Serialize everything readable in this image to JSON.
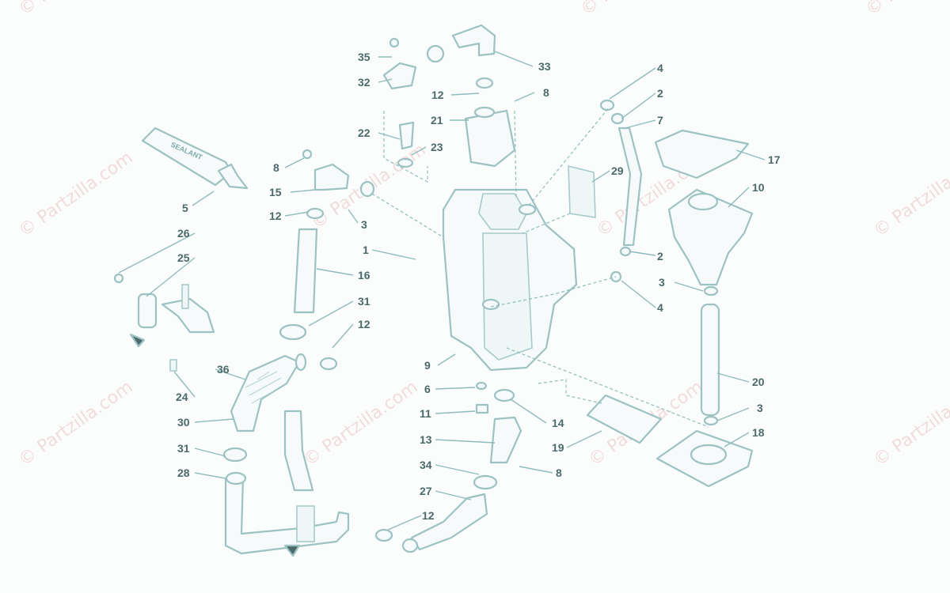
{
  "watermark": "© Partzilla.com",
  "tube_label": "SEALANT",
  "callouts": {
    "c1": "1",
    "c2a": "2",
    "c2b": "2",
    "c3a": "3",
    "c3b": "3",
    "c3c": "3",
    "c4a": "4",
    "c4b": "4",
    "c5": "5",
    "c6": "6",
    "c7": "7",
    "c8a": "8",
    "c8b": "8",
    "c8c": "8",
    "c9": "9",
    "c10": "10",
    "c11": "11",
    "c12a": "12",
    "c12b": "12",
    "c12c": "12",
    "c12d": "12",
    "c13": "13",
    "c14": "14",
    "c15": "15",
    "c16": "16",
    "c17": "17",
    "c18": "18",
    "c19": "19",
    "c20": "20",
    "c21": "21",
    "c22": "22",
    "c23": "23",
    "c24": "24",
    "c25": "25",
    "c26": "26",
    "c27": "27",
    "c28": "28",
    "c29": "29",
    "c30": "30",
    "c31a": "31",
    "c31b": "31",
    "c32": "32",
    "c33": "33",
    "c34": "34",
    "c35": "35",
    "c36": "36"
  },
  "colors": {
    "line": "#9cc3c2",
    "text": "#4c6a6a",
    "watermark": "#f0d7d7"
  }
}
